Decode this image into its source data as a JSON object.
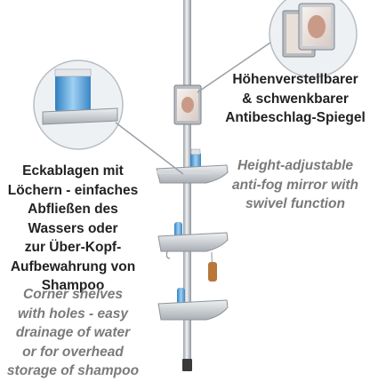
{
  "callouts": {
    "left_de": "Eckablagen mit\nLöchern - einfaches\nAbfließen des\nWassers oder\nzur Über-Kopf-\nAufbewahrung von\nShampoo",
    "left_en": "Corner shelves\nwith holes - easy\ndrainage of water\nor for overhead\nstorage of shampoo",
    "right_de": "Höhenverstellbarer\n& schwenkbarer\nAntibeschlag-Spiegel",
    "right_en": "Height-adjustable\nanti-fog mirror with\nswivel function"
  },
  "colors": {
    "chrome": "#c9ccd1",
    "chrome_dark": "#8d939a",
    "bottle_blue": "#5aa8e0",
    "text_dark": "#222222",
    "text_grey": "#7a7a7a"
  }
}
